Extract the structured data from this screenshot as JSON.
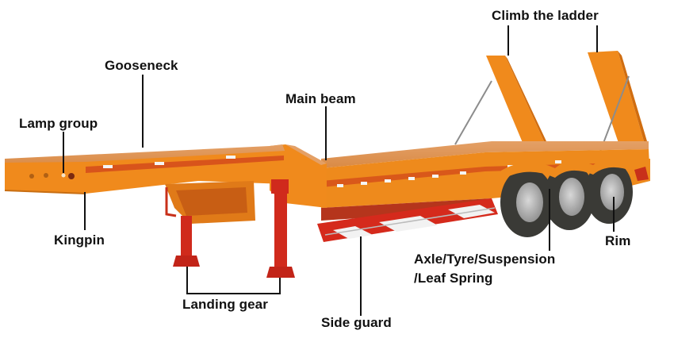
{
  "diagram": {
    "subject": "Lowboy semi-trailer",
    "colors": {
      "body_orange": "#F0891A",
      "deck_top": "#E0904A",
      "shadow_red": "#C8301A",
      "landing_gear_red": "#D02A1C",
      "guard_white": "#F2F2F2",
      "tyre": "#3A3A36",
      "rim": "#B8B8B8",
      "label_text": "#111111"
    },
    "labels": {
      "climb_ladder": "Climb the ladder",
      "gooseneck": "Gooseneck",
      "main_beam": "Main beam",
      "lamp_group": "Lamp group",
      "kingpin": "Kingpin",
      "rim": "Rim",
      "axle_line1": "Axle/Tyre/Suspension",
      "axle_line2": "/Leaf Spring",
      "landing_gear": "Landing gear",
      "side_guard": "Side guard"
    }
  }
}
